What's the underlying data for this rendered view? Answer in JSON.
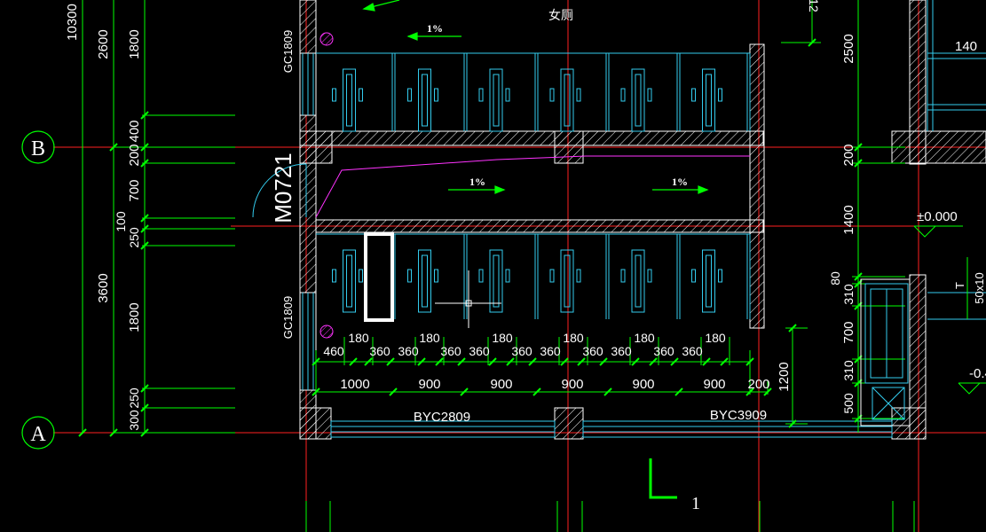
{
  "room_label": "女厕",
  "slopes": [
    "1%",
    "1%",
    "1%"
  ],
  "axes": [
    "B",
    "A"
  ],
  "door_tag": "M0721",
  "window_tags": [
    "GC1809",
    "GC1809"
  ],
  "bottom_windows": [
    "BYC2809",
    "BYC3909"
  ],
  "left_dims": {
    "col1": [
      "10300"
    ],
    "col2": [
      "2600",
      "3600"
    ],
    "col3": [
      "1800",
      "400",
      "200",
      "700",
      "100",
      "250",
      "1800",
      "250",
      "300"
    ]
  },
  "right_dims": [
    "2500",
    "200",
    "1400",
    "80",
    "310",
    "700",
    "310",
    "500",
    "12"
  ],
  "elevation": "±0.000",
  "elevation_partial": "-0.4",
  "stall_widths": [
    "180",
    "180",
    "180",
    "180",
    "180",
    "180"
  ],
  "partition_dims": [
    "460",
    "360",
    "360",
    "360",
    "360",
    "360",
    "360",
    "360",
    "360",
    "360",
    "360"
  ],
  "bay_dims": [
    "1000",
    "900",
    "900",
    "900",
    "900",
    "900",
    "200"
  ],
  "height_dim": "1200",
  "far_right_dims": [
    "140",
    "T",
    "50x10"
  ],
  "section_mark": "1",
  "colors": {
    "background": "#000000",
    "axis": "#ff2020",
    "dimension": "#00ff00",
    "wall": "#ffffff",
    "fixture": "#33ccee",
    "text": "#ffffff",
    "magenta": "#ff33ff"
  }
}
